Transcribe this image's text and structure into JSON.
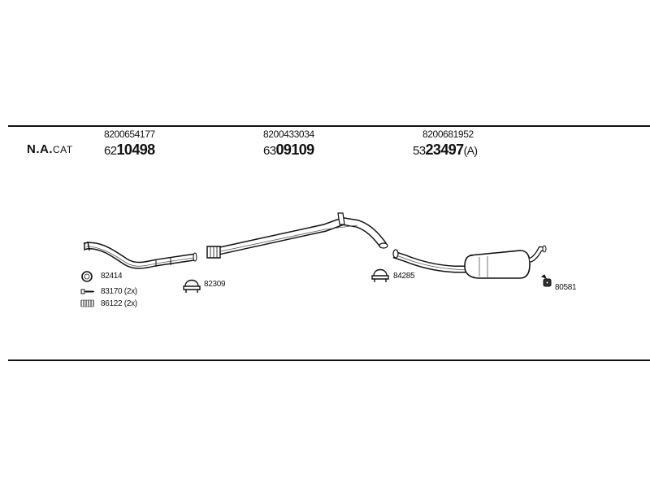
{
  "group": {
    "name_bold": "N.A.",
    "name_small": "CAT"
  },
  "sections": [
    {
      "oe_number": "8200654177",
      "part_prefix": "62",
      "part_main": "10498",
      "part_suffix": ""
    },
    {
      "oe_number": "8200433034",
      "part_prefix": "63",
      "part_main": "09109",
      "part_suffix": ""
    },
    {
      "oe_number": "8200681952",
      "part_prefix": "53",
      "part_main": "23497",
      "part_suffix": "(A)"
    }
  ],
  "accessories": [
    {
      "code": "82414",
      "icon": "ring-gasket-icon"
    },
    {
      "code": "83170 (2x)",
      "icon": "bolt-icon"
    },
    {
      "code": "86122 (2x)",
      "icon": "spring-icon"
    },
    {
      "code": "82309",
      "icon": "clamp-icon"
    },
    {
      "code": "84285",
      "icon": "clamp-icon"
    },
    {
      "code": "80581",
      "icon": "rubber-hanger-icon"
    }
  ]
}
